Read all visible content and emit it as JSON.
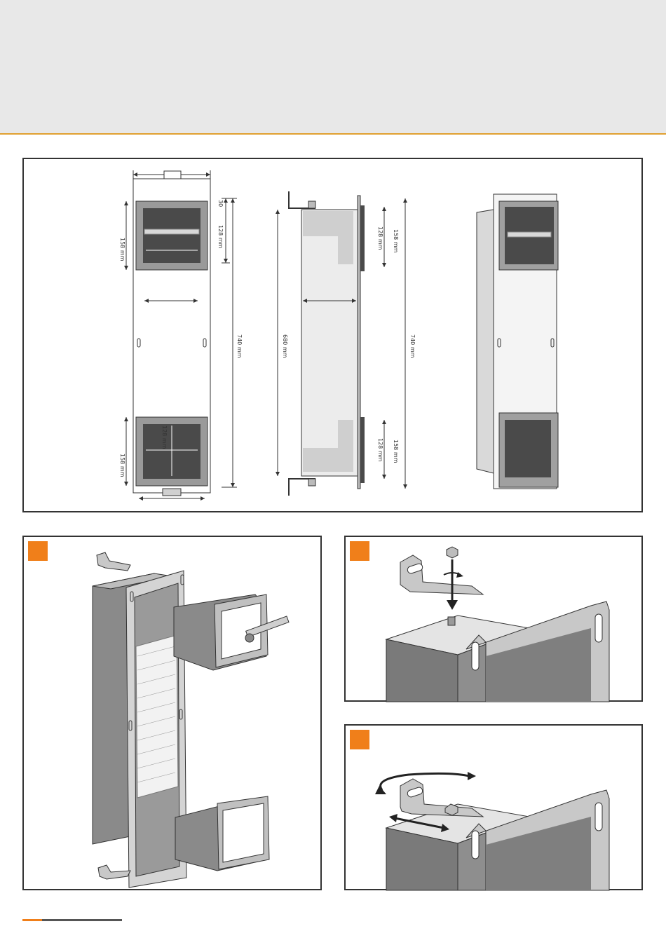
{
  "dimensions": {
    "front": {
      "height_total": "740 mm",
      "top_offset": "30",
      "top_niche_outer": "158 mm",
      "top_niche_inner": "128 mm",
      "bottom_niche_outer": "158 mm",
      "bottom_niche_inner": "128 mm"
    },
    "side": {
      "body_height": "680 mm",
      "height_total": "740 mm",
      "top_niche_outer": "158 mm",
      "top_niche_inner": "128 mm",
      "bottom_niche_outer": "158 mm",
      "bottom_niche_inner": "128 mm"
    }
  },
  "colors": {
    "accent": "#f07f1a",
    "header_band": "#e8e8e8",
    "header_rule": "#e0a030",
    "housing": "#8a8a8a",
    "niche_dark": "#4a4a4a"
  },
  "icons": [
    "cabinet-drawing",
    "mounting-bracket-icon",
    "nut-icon",
    "rotate-arrow-icon"
  ]
}
